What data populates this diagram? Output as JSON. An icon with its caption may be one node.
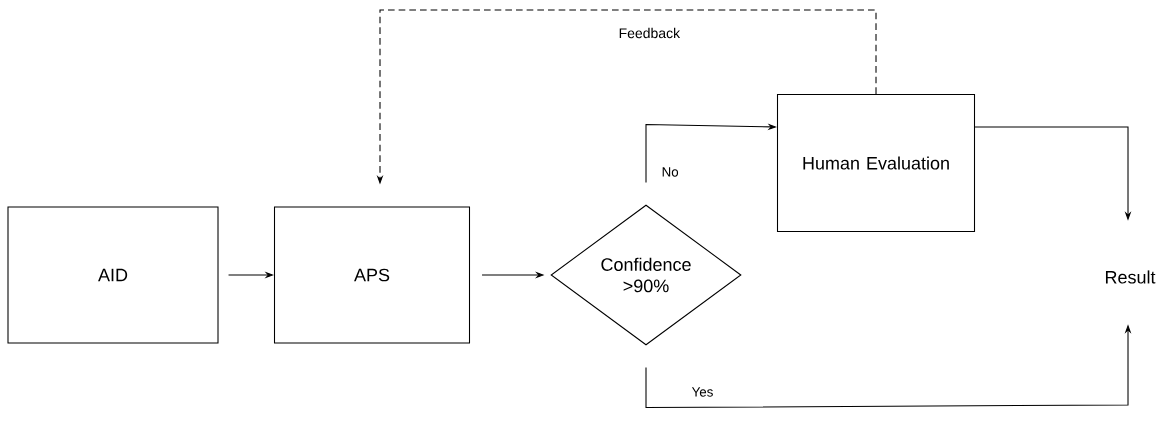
{
  "diagram": {
    "nodes": [
      {
        "text": [
          "AID"
        ]
      },
      {
        "text": [
          "APS"
        ]
      },
      {
        "text": [
          "Confidence >90%"
        ]
      },
      {
        "text": [
          "Human Evaluation"
        ]
      },
      {
        "text": [
          "Result"
        ]
      }
    ],
    "edges": [
      {
        "from": 0,
        "to": 1,
        "arrow": "to"
      },
      {
        "from": 1,
        "to": 2,
        "arrow": "to"
      },
      {
        "from": 2,
        "to": 3,
        "arrow": "to",
        "label": "No"
      },
      {
        "from": 3,
        "to": 4,
        "arrow": "to"
      },
      {
        "from": 2,
        "to": 4,
        "arrow": "to",
        "label": "Yes"
      },
      {
        "from": 3,
        "to": 1,
        "arrow": "to",
        "label": "Feedback",
        "style": "dashed"
      }
    ]
  }
}
